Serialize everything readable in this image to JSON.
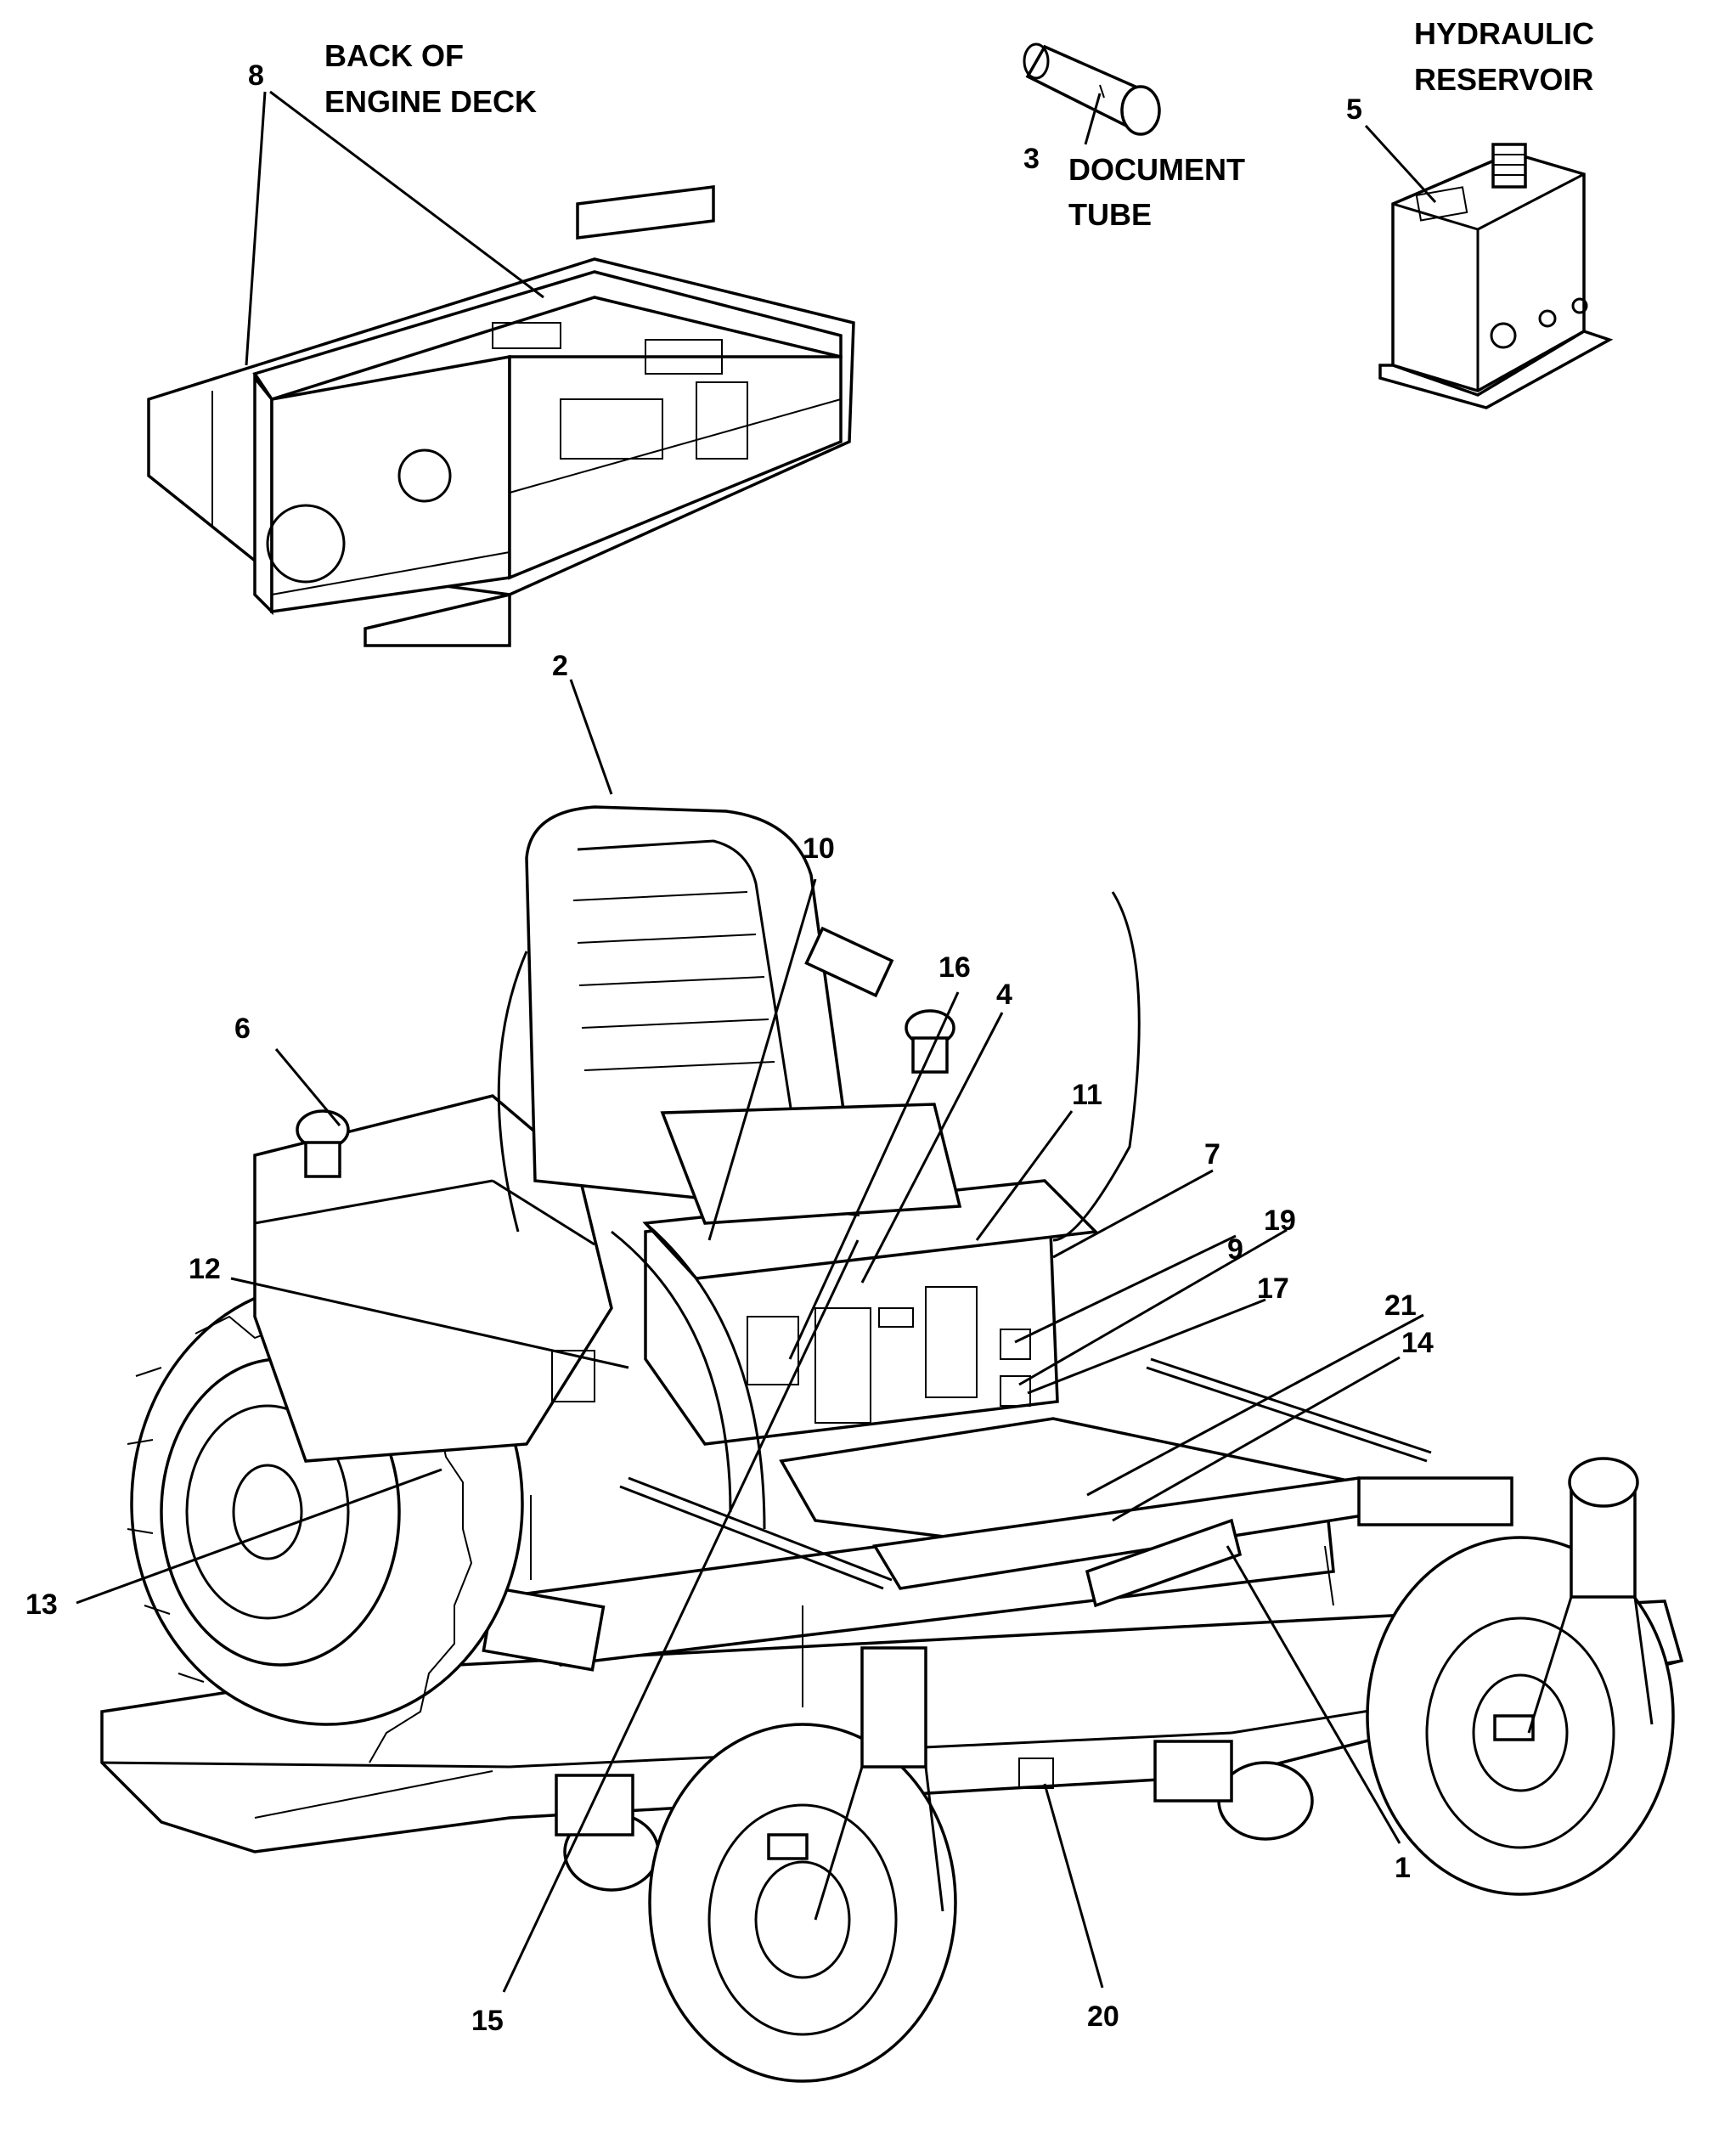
{
  "captions": {
    "engine_deck": [
      "BACK OF",
      "ENGINE DECK"
    ],
    "document_tube": [
      "DOCUMENT",
      "TUBE"
    ],
    "hydraulic_reservoir": [
      "HYDRAULIC",
      "RESERVOIR"
    ]
  },
  "callouts": {
    "c1": "1",
    "c2": "2",
    "c3": "3",
    "c4": "4",
    "c5": "5",
    "c6": "6",
    "c7": "7",
    "c8": "8",
    "c9": "9",
    "c10": "10",
    "c11": "11",
    "c12": "12",
    "c13": "13",
    "c14": "14",
    "c15": "15",
    "c16": "16",
    "c17": "17",
    "c19": "19",
    "c20": "20",
    "c21": "21"
  }
}
